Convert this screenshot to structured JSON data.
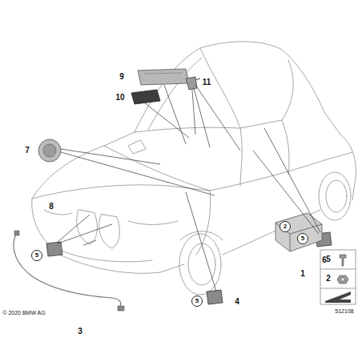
{
  "diagram": {
    "nodes": [
      {
        "text": [
          "5"
        ]
      },
      {
        "text": [
          "5"
        ]
      },
      {
        "text": [
          "5"
        ]
      },
      {
        "text": [
          "2"
        ]
      }
    ],
    "labels": [
      "1",
      "3",
      "4",
      "6",
      "7",
      "8",
      "9",
      "10",
      "11",
      "5",
      "2",
      "© 2020 BMW AG",
      "512108"
    ]
  }
}
